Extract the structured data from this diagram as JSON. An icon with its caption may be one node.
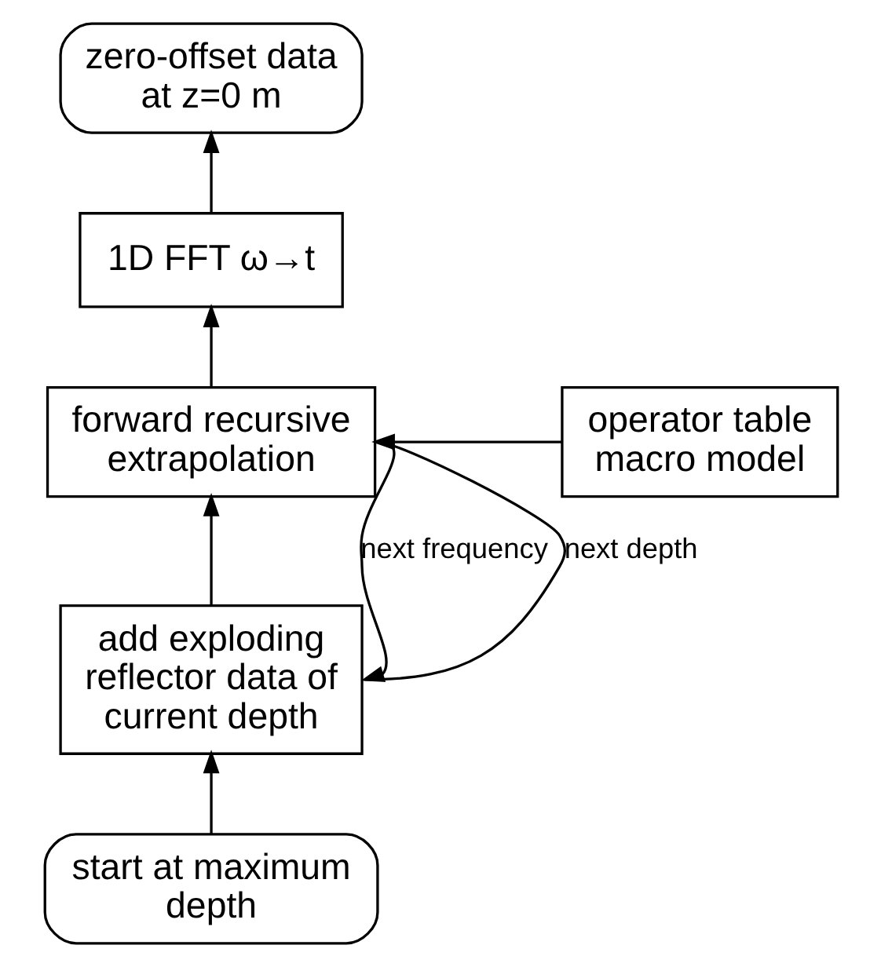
{
  "diagram": {
    "nodes": [
      {
        "text": [
          "zero-offset data at z=0 m"
        ]
      },
      {
        "text": [
          "1D FFT ω→t"
        ]
      },
      {
        "text": [
          "operator table macro model"
        ]
      },
      {
        "text": [
          "forward recursive extrapolation"
        ]
      },
      {
        "text": [
          "add exploding reflector data of current depth"
        ]
      },
      {
        "text": [
          "start at maximum depth"
        ]
      }
    ],
    "edges": [
      {
        "from": 5,
        "to": 4,
        "arrow": "to"
      },
      {
        "from": 4,
        "to": 3,
        "arrow": "to"
      },
      {
        "from": 3,
        "to": 1,
        "arrow": "to"
      },
      {
        "from": 1,
        "to": 0,
        "arrow": "to"
      },
      {
        "from": 2,
        "to": 3,
        "arrow": "to"
      },
      {
        "from": 3,
        "to": 4,
        "arrow": "to",
        "label": "next frequency"
      },
      {
        "from": 3,
        "to": 4,
        "arrow": "none",
        "label": "next depth"
      }
    ]
  }
}
